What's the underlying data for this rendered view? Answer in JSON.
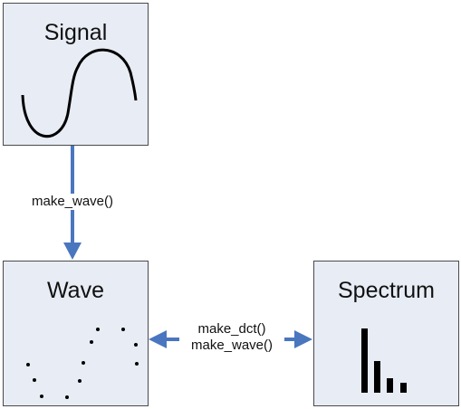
{
  "nodes": {
    "signal": {
      "title": "Signal",
      "icon": "sine-wave-icon"
    },
    "wave": {
      "title": "Wave",
      "icon": "sampled-points-icon"
    },
    "spectrum": {
      "title": "Spectrum",
      "icon": "bar-spectrum-icon"
    }
  },
  "edges": {
    "signal_to_wave": {
      "label": "make_wave()"
    },
    "wave_spectrum": {
      "label_top": "make_dct()",
      "label_bottom": "make_wave()"
    }
  },
  "colors": {
    "box_fill": "#e8ecf5",
    "box_border": "#4a4a4a",
    "arrow": "#4a76c0",
    "text": "#111111"
  }
}
